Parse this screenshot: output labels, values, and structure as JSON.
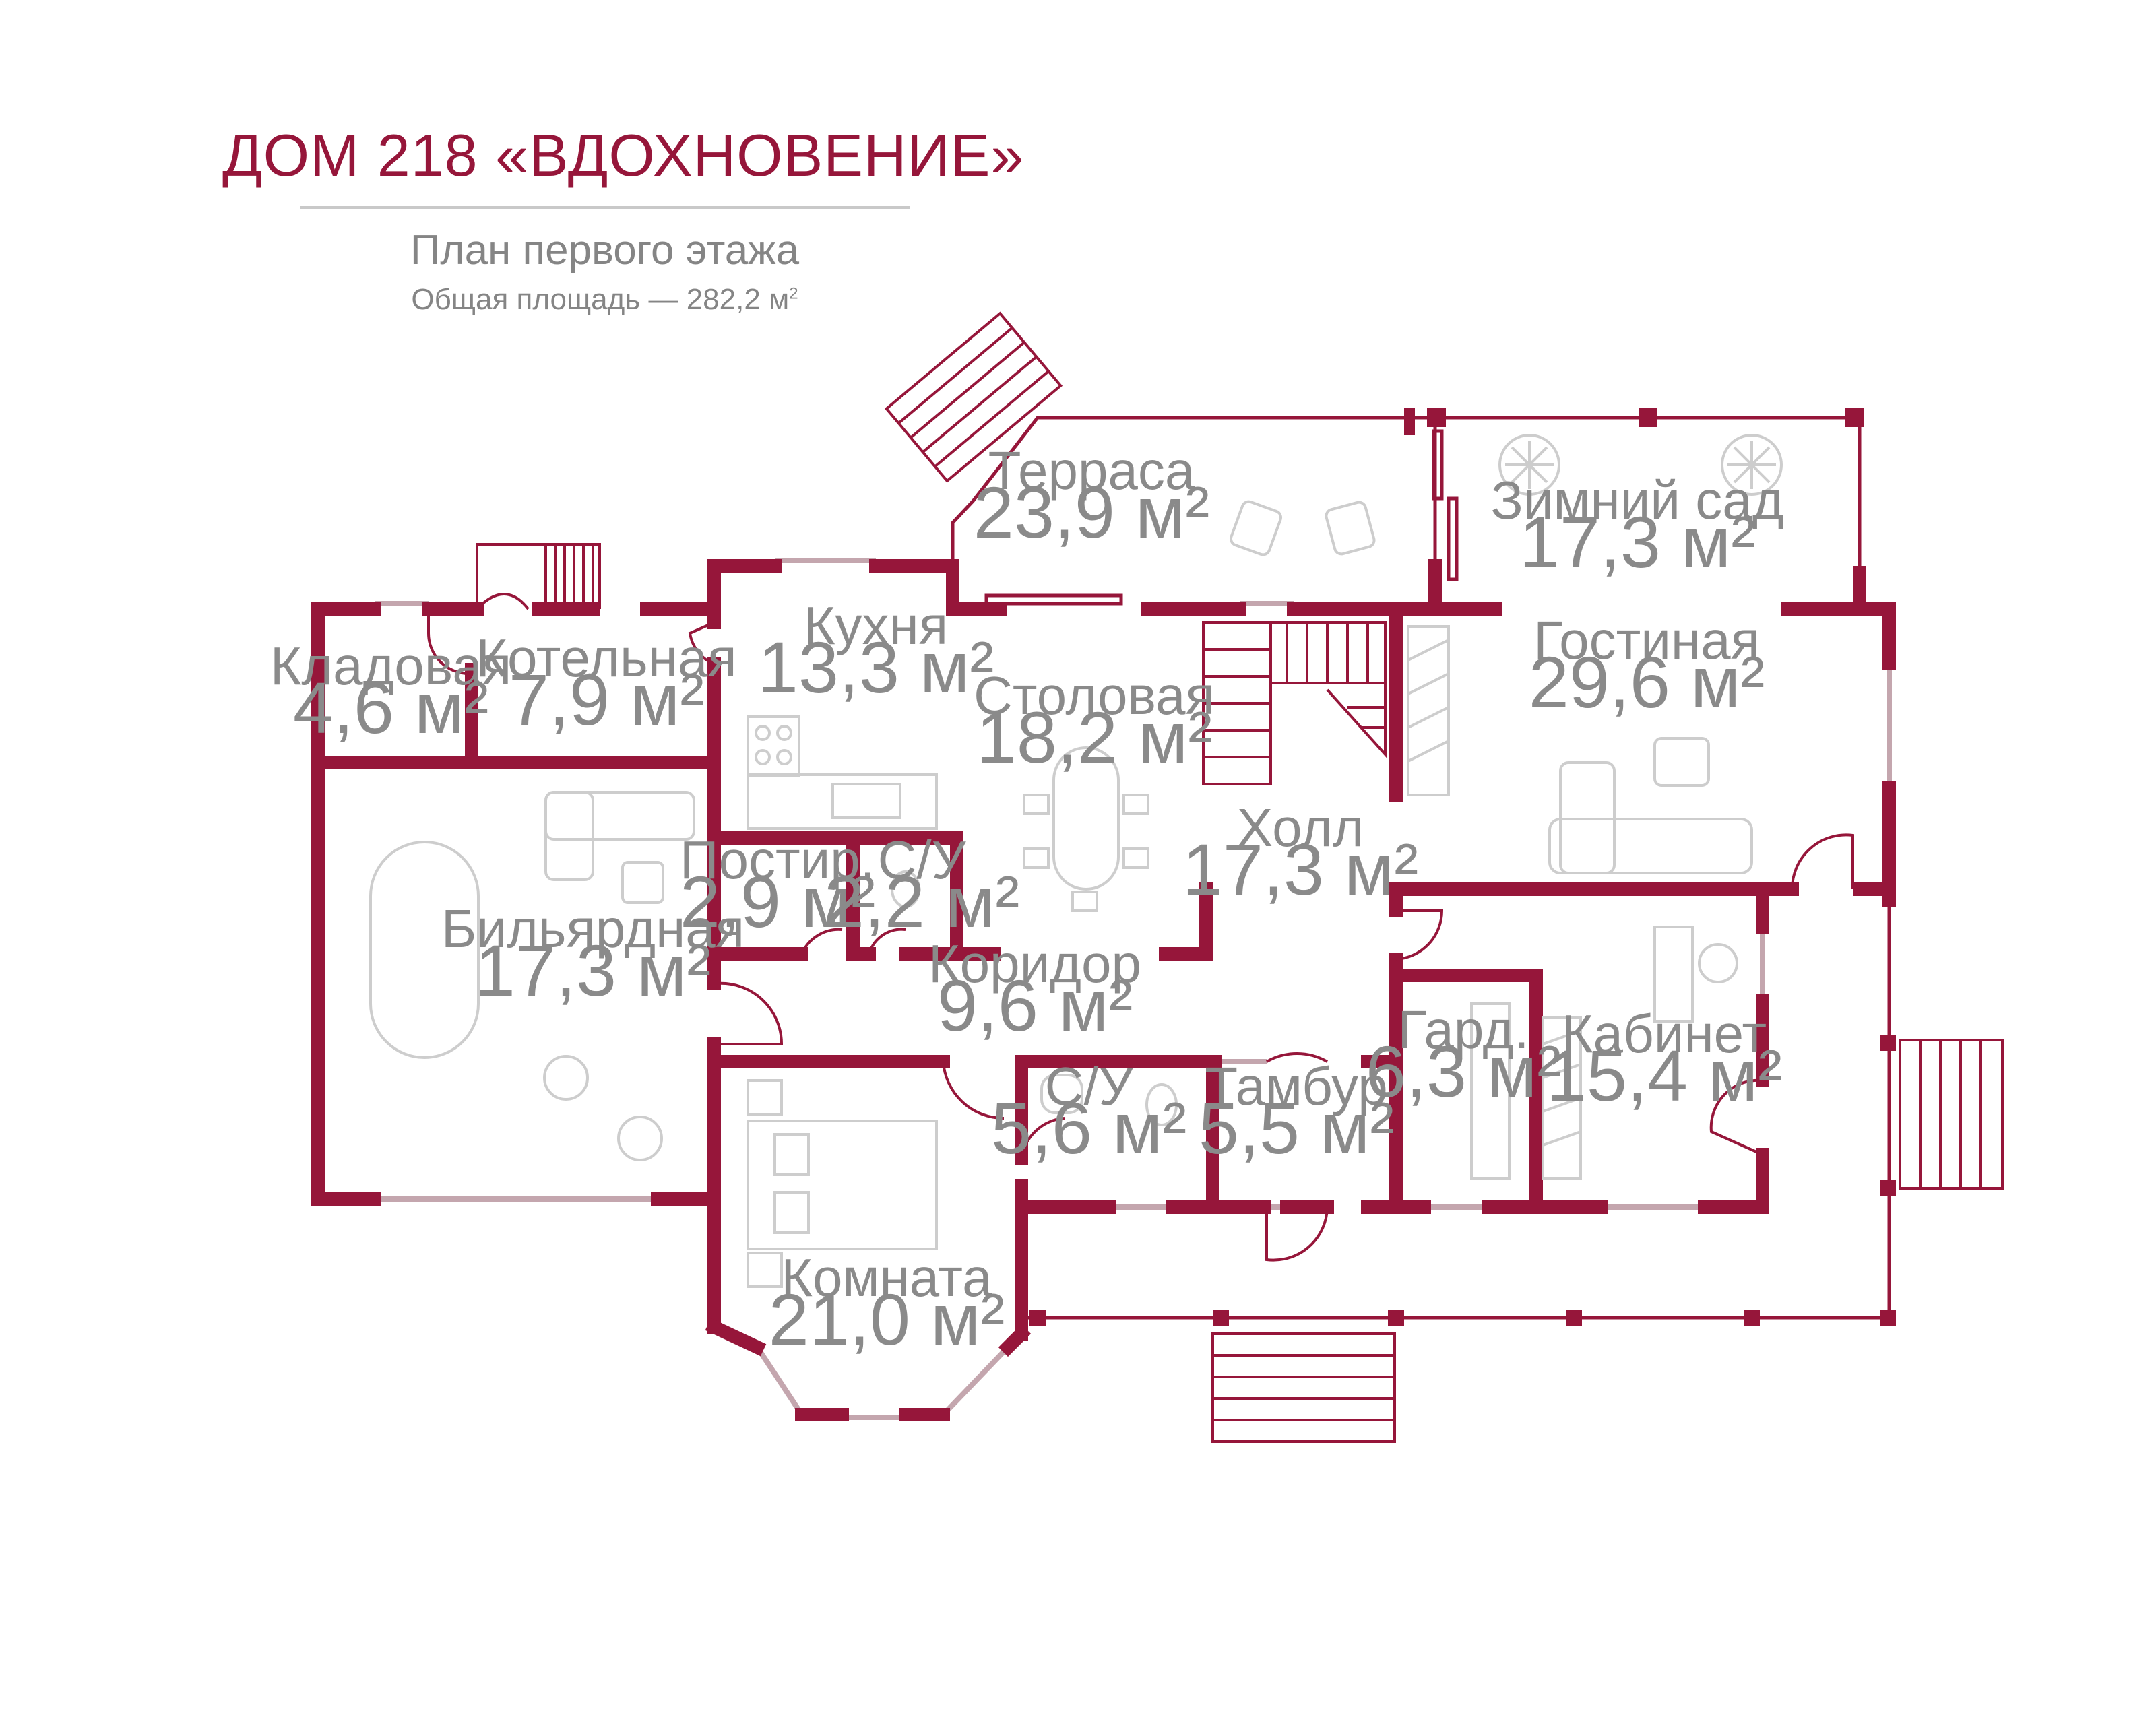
{
  "header": {
    "title": "ДОМ 218 «ВДОХНОВЕНИЕ»",
    "subtitle": "План первого этажа",
    "total_area_label": "Общая площадь — 282,2 м",
    "total_area_exp": "2"
  },
  "colors": {
    "wall": "#96163a",
    "window": "#c4a6ae",
    "furniture": "#cdcdcd",
    "text": "#8a8a8a"
  },
  "unit": "м²",
  "rooms": [
    {
      "name": "Терраса",
      "area": "23,9"
    },
    {
      "name": "Зимний сад",
      "area": "17,3"
    },
    {
      "name": "Кухня",
      "area": "13,3"
    },
    {
      "name": "Кладовая",
      "area": "4,6"
    },
    {
      "name": "Котельная",
      "area": "7,9"
    },
    {
      "name": "Столовая",
      "area": "18,2"
    },
    {
      "name": "Гостиная",
      "area": "29,6"
    },
    {
      "name": "Холл",
      "area": "17,3"
    },
    {
      "name": "Постир.",
      "area": "2,9"
    },
    {
      "name": "С/У",
      "area": "2,2"
    },
    {
      "name": "Бильярдная",
      "area": "17,3"
    },
    {
      "name": "Коридор",
      "area": "9,6"
    },
    {
      "name": "Гард.",
      "area": "6,3"
    },
    {
      "name": "Кабинет",
      "area": "15,4"
    },
    {
      "name": "С/У",
      "area": "5,6"
    },
    {
      "name": "Тамбур",
      "area": "5,5"
    },
    {
      "name": "Комната",
      "area": "21,0"
    }
  ]
}
